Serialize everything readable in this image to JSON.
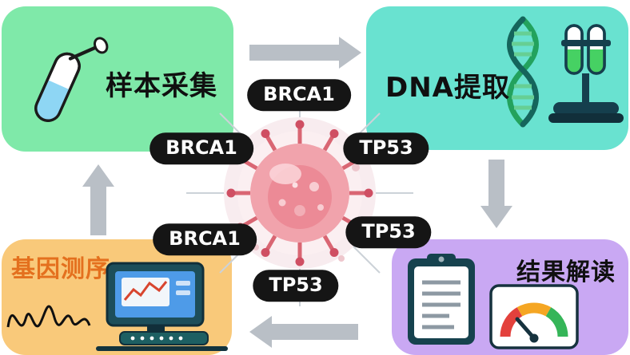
{
  "diagram": {
    "stages": [
      {
        "id": "sample-collection",
        "label": "样本采集"
      },
      {
        "id": "dna-extraction",
        "label": "DNA提取"
      },
      {
        "id": "result-interpretation",
        "label": "结果解读"
      },
      {
        "id": "gene-sequencing",
        "label": "基因测序"
      }
    ],
    "gene_labels": [
      {
        "text": "BRCA1",
        "position": "top"
      },
      {
        "text": "BRCA1",
        "position": "left"
      },
      {
        "text": "TP53",
        "position": "right"
      },
      {
        "text": "BRCA1",
        "position": "bottom-left"
      },
      {
        "text": "TP53",
        "position": "bottom-right"
      },
      {
        "text": "TP53",
        "position": "bottom"
      }
    ],
    "flow": "clockwise-cycle"
  },
  "colors": {
    "stage_green": "#7fe9a9",
    "stage_teal": "#69e2d0",
    "stage_orange": "#f9c97a",
    "stage_purple": "#c9a8f3",
    "arrow_gray": "#b9bfc6",
    "pill_black": "#151515",
    "pill_text": "#ffffff",
    "sequencing_text": "#e4701e",
    "virus_pink": "#ef8896"
  }
}
